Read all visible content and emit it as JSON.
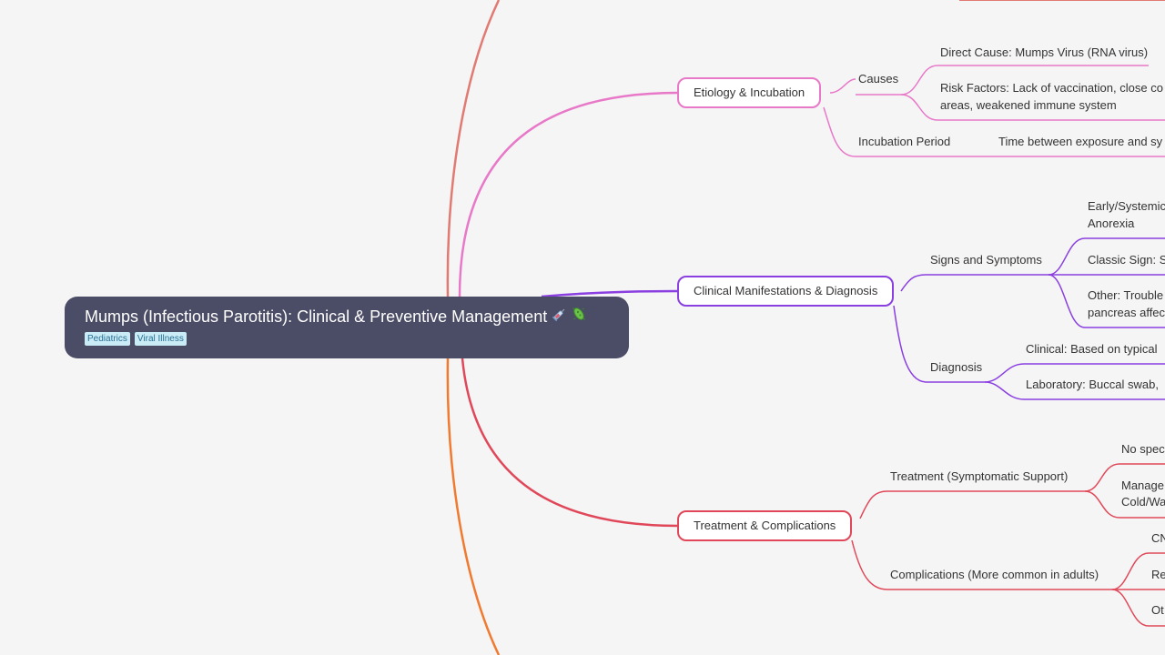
{
  "root": {
    "title": "Mumps (Infectious Parotitis): Clinical & Preventive Management",
    "icons": [
      "syringe-icon",
      "microbe-icon"
    ],
    "tags": [
      "Pediatrics",
      "Viral Illness"
    ]
  },
  "colors": {
    "top": "#e07a72",
    "etiology": "#e878c8",
    "clinical": "#8a3fe0",
    "treatment": "#e0485a",
    "bottom": "#f07a30",
    "root_bg": "#4b4c66"
  },
  "branches": {
    "etiology": {
      "label": "Etiology & Incubation",
      "causes": "Causes",
      "direct_cause": "Direct Cause: Mumps Virus (RNA virus)",
      "risk_line1": "Risk Factors: Lack of vaccination, close co",
      "risk_line2": "areas, weakened immune system",
      "incubation": "Incubation Period",
      "incubation_detail": "Time between exposure and sy"
    },
    "clinical": {
      "label": "Clinical Manifestations & Diagnosis",
      "signs": "Signs and Symptoms",
      "early_line1": "Early/Systemic",
      "early_line2": "Anorexia",
      "classic": "Classic Sign: S",
      "other_line1": "Other: Trouble",
      "other_line2": "pancreas affec",
      "diagnosis": "Diagnosis",
      "diag_clinical": "Clinical: Based on typical",
      "diag_lab": "Laboratory: Buccal swab,"
    },
    "treatment": {
      "label": "Treatment & Complications",
      "symptomatic": "Treatment (Symptomatic Support)",
      "no_spec": "No spec",
      "manage_line1": "Manage",
      "manage_line2": "Cold/Wa",
      "complications": "Complications (More common in adults)",
      "cn": "CN",
      "re": "Re",
      "ot": "Ot"
    }
  }
}
